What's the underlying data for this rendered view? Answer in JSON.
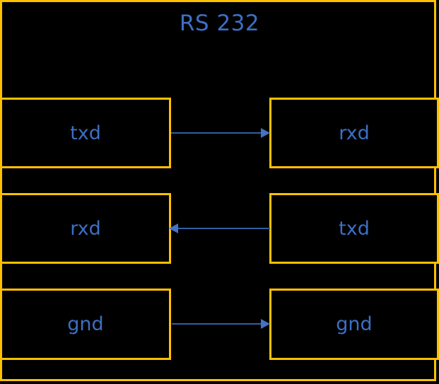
{
  "diagram": {
    "title": "RS 232",
    "type": "block-diagram",
    "frame_color": "#FFC000",
    "text_color": "#3C6FC4",
    "arrow_color": "#2E5FA3",
    "background_color": "#000000",
    "rows": [
      {
        "left_label": "txd",
        "right_label": "rxd",
        "arrow_direction": "right"
      },
      {
        "left_label": "rxd",
        "right_label": "txd",
        "arrow_direction": "left"
      },
      {
        "left_label": "gnd",
        "right_label": "gnd",
        "arrow_direction": "right"
      }
    ]
  }
}
